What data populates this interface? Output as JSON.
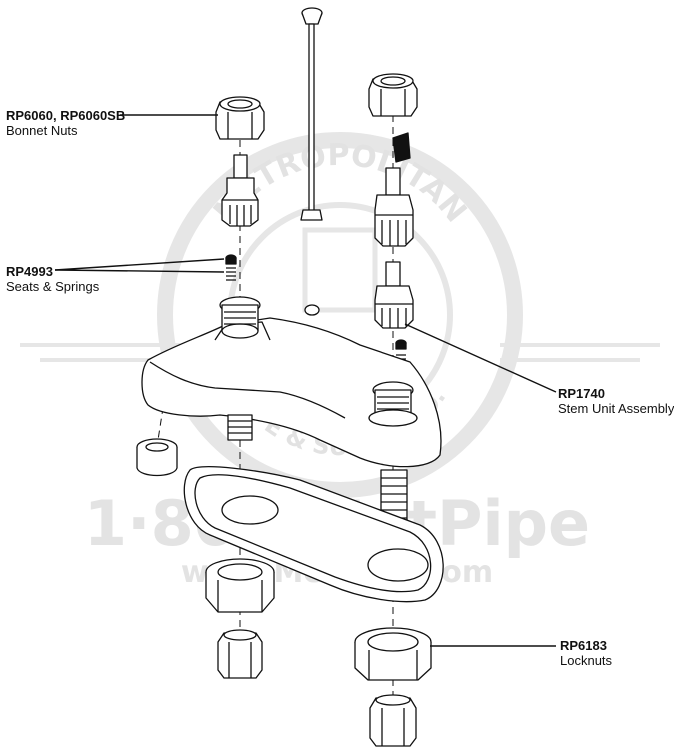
{
  "watermark": {
    "ring_top": "METROPOLITAN",
    "ring_bottom": "PIPE & SUPPLY CO.",
    "phone": "1·800·MetPipe",
    "url": "www.MetPipe.com"
  },
  "callouts": [
    {
      "part_number": "RP6060, RP6060SB",
      "description": "Bonnet Nuts"
    },
    {
      "part_number": "RP4993",
      "description": "Seats & Springs"
    },
    {
      "part_number": "RP1740",
      "description": "Stem Unit Assembly"
    },
    {
      "part_number": "RP6183",
      "description": "Locknuts"
    }
  ],
  "colors": {
    "line": "#111111",
    "watermark": "#e6e6e6"
  }
}
